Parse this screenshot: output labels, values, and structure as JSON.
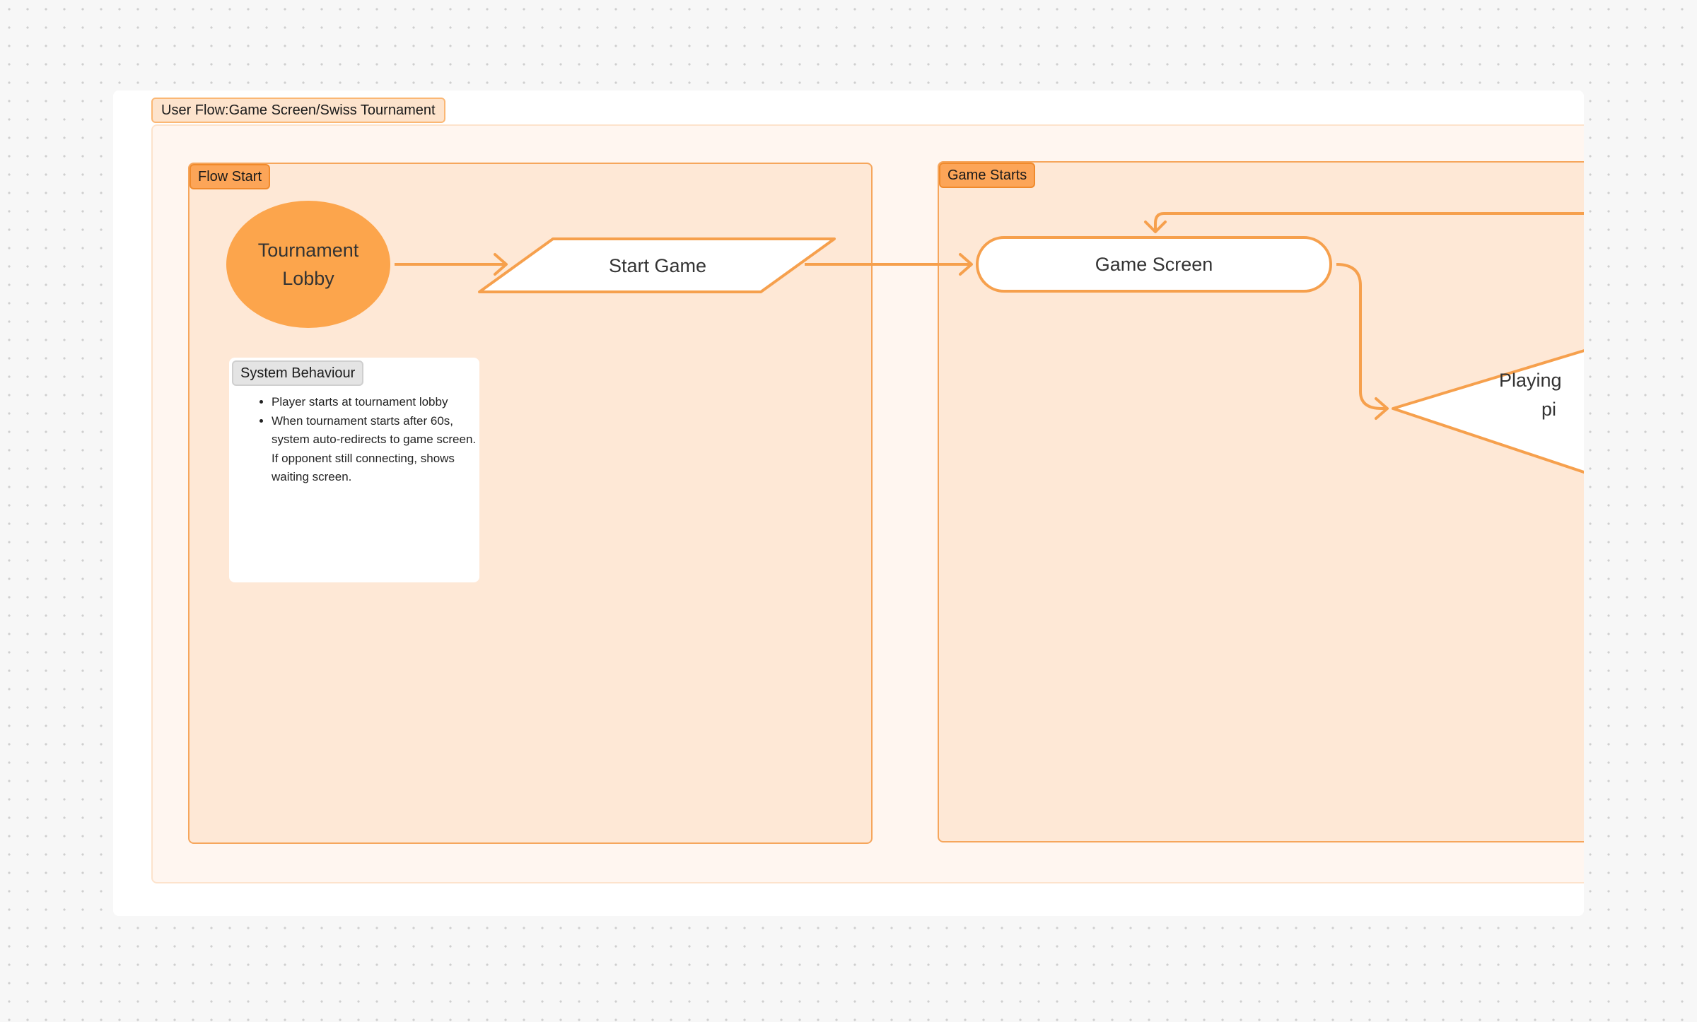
{
  "flow_title": "User Flow:Game Screen/Swiss Tournament",
  "sections": [
    {
      "label": "Flow Start"
    },
    {
      "label": "Game Starts"
    }
  ],
  "nodes": {
    "tournament_lobby": {
      "line1": "Tournament",
      "line2": "Lobby"
    },
    "start_game": "Start Game",
    "game_screen": "Game Screen",
    "playing_piece": {
      "line1": "Playing",
      "line2": "pi"
    }
  },
  "note": {
    "title": "System Behaviour",
    "items": [
      "Player starts at tournament lobby",
      "When tournament starts after 60s, system auto-redirects to game screen. If opponent still connecting, shows waiting screen."
    ]
  },
  "colors": {
    "accent": "#fca558",
    "connector": "#f6a04d",
    "section_fill": "#fee8d6",
    "ellipse_fill": "#fca54c"
  }
}
